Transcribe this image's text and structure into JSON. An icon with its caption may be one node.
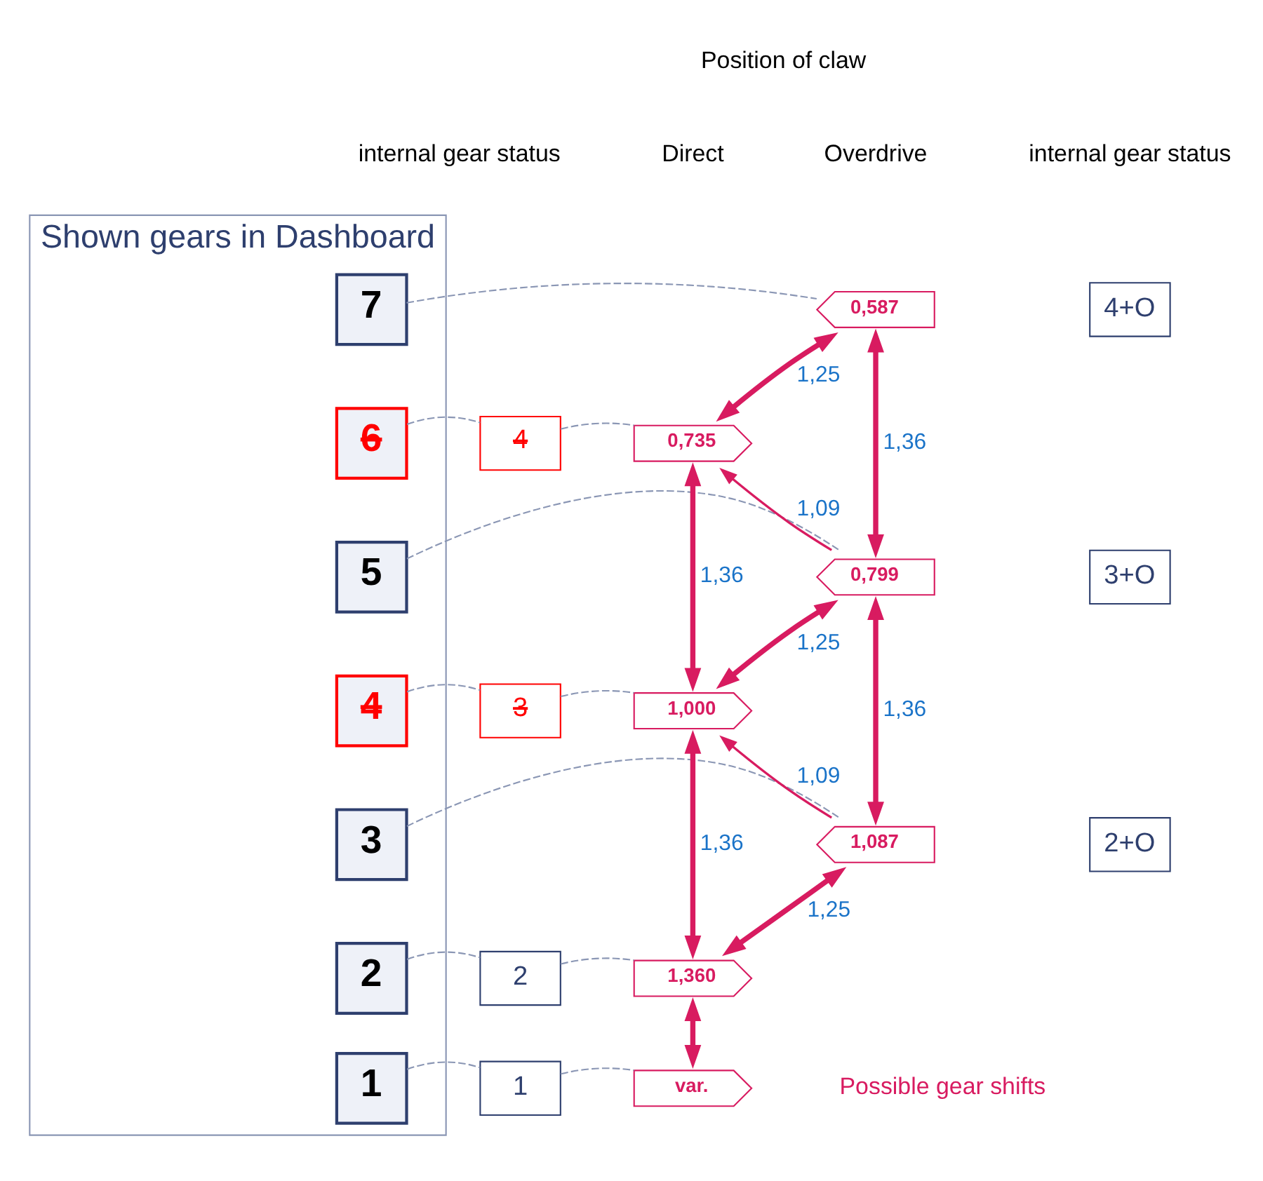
{
  "diagram": {
    "nodes": [
      {
        "text": [
          "Shown gears in Dashboard"
        ]
      },
      {
        "text": [
          "7"
        ],
        "in": 0
      },
      {
        "text": [
          "6"
        ],
        "in": 0
      },
      {
        "text": [
          "5"
        ],
        "in": 0
      },
      {
        "text": [
          "4"
        ],
        "in": 0
      },
      {
        "text": [
          "3"
        ],
        "in": 0
      },
      {
        "text": [
          "2"
        ],
        "in": 0
      },
      {
        "text": [
          "1"
        ],
        "in": 0
      },
      {
        "text": [
          "4"
        ]
      },
      {
        "text": [
          "3"
        ]
      },
      {
        "text": [
          "2"
        ]
      },
      {
        "text": [
          "1"
        ]
      },
      {
        "text": [
          "0,735"
        ]
      },
      {
        "text": [
          "1,000"
        ]
      },
      {
        "text": [
          "1,360"
        ]
      },
      {
        "text": [
          "var."
        ]
      },
      {
        "text": [
          "0,587"
        ]
      },
      {
        "text": [
          "0,799"
        ]
      },
      {
        "text": [
          "1,087"
        ]
      },
      {
        "text": [
          "4+O"
        ]
      },
      {
        "text": [
          "3+O"
        ]
      },
      {
        "text": [
          "2+O"
        ]
      }
    ],
    "edges": [
      {
        "from": 1,
        "to": 16,
        "arrow": "none",
        "style": "dashed",
        "color": "#8a96b4"
      },
      {
        "from": 2,
        "to": 8,
        "arrow": "none",
        "style": "dashed",
        "color": "#8a96b4"
      },
      {
        "from": 3,
        "to": 17,
        "arrow": "none",
        "style": "dashed",
        "color": "#8a96b4"
      },
      {
        "from": 4,
        "to": 9,
        "arrow": "none",
        "style": "dashed",
        "color": "#8a96b4"
      },
      {
        "from": 5,
        "to": 18,
        "arrow": "none",
        "style": "dashed",
        "color": "#8a96b4"
      },
      {
        "from": 6,
        "to": 10,
        "arrow": "none",
        "style": "dashed",
        "color": "#8a96b4"
      },
      {
        "from": 7,
        "to": 11,
        "arrow": "none",
        "style": "dashed",
        "color": "#8a96b4"
      },
      {
        "from": 8,
        "to": 12,
        "arrow": "none",
        "style": "dashed",
        "color": "#8a96b4"
      },
      {
        "from": 9,
        "to": 13,
        "arrow": "none",
        "style": "dashed",
        "color": "#8a96b4"
      },
      {
        "from": 10,
        "to": 14,
        "arrow": "none",
        "style": "dashed",
        "color": "#8a96b4"
      },
      {
        "from": 11,
        "to": 15,
        "arrow": "none",
        "style": "dashed",
        "color": "#8a96b4"
      },
      {
        "from": 12,
        "to": 16,
        "arrow": "both",
        "label": "1,25",
        "style": "thick",
        "color": "#d81b60"
      },
      {
        "from": 17,
        "to": 12,
        "arrow": "to",
        "label": "1,09",
        "color": "#d81b60"
      },
      {
        "from": 16,
        "to": 17,
        "arrow": "both",
        "label": "1,36",
        "style": "thick",
        "color": "#d81b60"
      },
      {
        "from": 12,
        "to": 13,
        "arrow": "both",
        "label": "1,36",
        "style": "thick",
        "color": "#d81b60"
      },
      {
        "from": 13,
        "to": 17,
        "arrow": "both",
        "label": "1,25",
        "style": "thick",
        "color": "#d81b60"
      },
      {
        "from": 18,
        "to": 13,
        "arrow": "to",
        "label": "1,09",
        "color": "#d81b60"
      },
      {
        "from": 17,
        "to": 18,
        "arrow": "both",
        "label": "1,36",
        "style": "thick",
        "color": "#d81b60"
      },
      {
        "from": 13,
        "to": 14,
        "arrow": "both",
        "label": "1,36",
        "style": "thick",
        "color": "#d81b60"
      },
      {
        "from": 14,
        "to": 18,
        "arrow": "both",
        "label": "1,25",
        "style": "thick",
        "color": "#d81b60"
      },
      {
        "from": 14,
        "to": 15,
        "arrow": "both",
        "style": "thick",
        "color": "#d81b60"
      }
    ],
    "labels": [
      "Position of claw",
      "internal gear status",
      "Direct",
      "Overdrive",
      "internal gear status",
      "Possible gear shifts"
    ]
  }
}
